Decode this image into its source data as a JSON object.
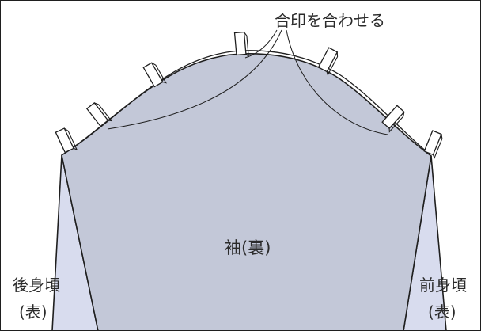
{
  "labels": {
    "callout": "合印を合わせる",
    "sleeve": "袖(裏)",
    "back_line1": "後身頃",
    "back_line2": "(表)",
    "front_line1": "前身頃",
    "front_line2": "(表)"
  },
  "colors": {
    "sleeve_fill": "#c3c8d8",
    "bodice_fill": "#d8dcee",
    "outline": "#1f1f1f",
    "clip_fill": "#ffffff"
  },
  "icons": {
    "clip": "clip-icon"
  }
}
